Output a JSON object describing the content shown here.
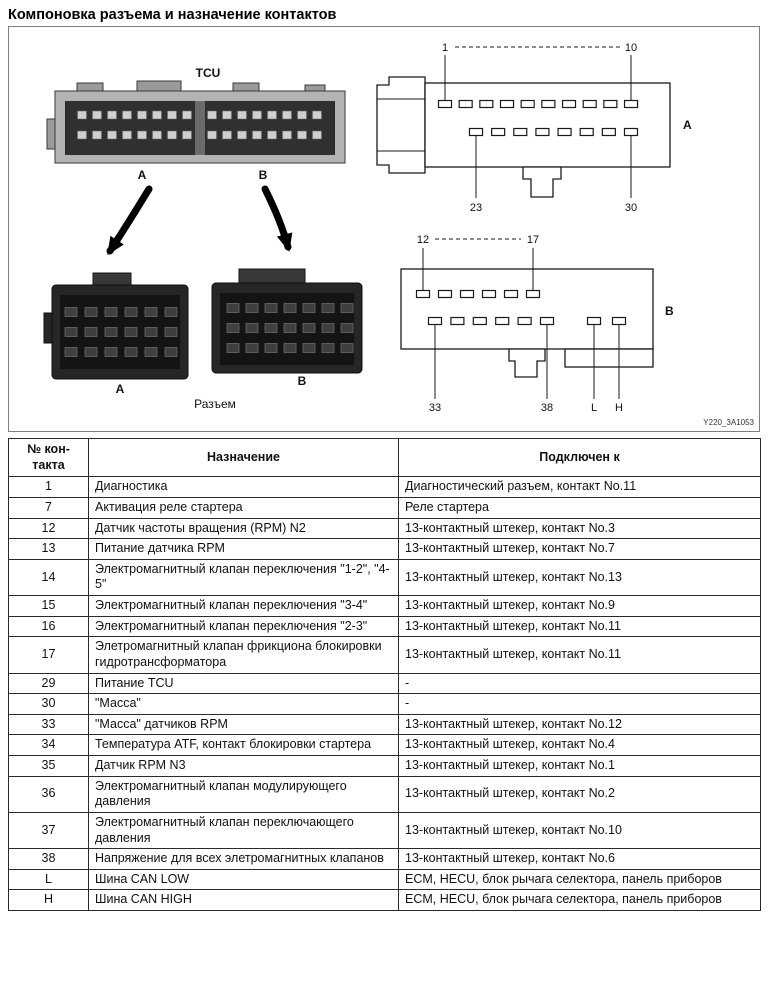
{
  "page": {
    "title": "Компоновка разъема и назначение контактов"
  },
  "diagram": {
    "tcu_label": "TCU",
    "module_pin_group_a": "A",
    "module_pin_group_b": "B",
    "connector_a_label": "A",
    "connector_b_label": "B",
    "connectors_caption": "Разъем",
    "figure_code": "Y220_3A1053",
    "schematic_a": {
      "side_label": "A",
      "pin1": "1",
      "pin10": "10",
      "pin23": "23",
      "pin30": "30"
    },
    "schematic_b": {
      "side_label": "B",
      "pin12": "12",
      "pin17": "17",
      "pin33": "33",
      "pin38": "38",
      "can_low": "L",
      "can_high": "H"
    }
  },
  "table": {
    "headers": [
      "№ кон-\nтакта",
      "Назначение",
      "Подключен к"
    ],
    "rows": [
      {
        "pin": "1",
        "purpose": "Диагностика",
        "connected": "Диагностический разъем, контакт No.11"
      },
      {
        "pin": "7",
        "purpose": "Активация реле стартера",
        "connected": "Реле стартера"
      },
      {
        "pin": "12",
        "purpose": "Датчик частоты вращения (RPM) N2",
        "connected": "13-контактный штекер, контакт No.3"
      },
      {
        "pin": "13",
        "purpose": "Питание датчика RPM",
        "connected": "13-контактный штекер, контакт No.7"
      },
      {
        "pin": "14",
        "purpose": "Электромагнитный клапан переключения \"1-2\", \"4-5\"",
        "connected": "13-контактный штекер, контакт No.13"
      },
      {
        "pin": "15",
        "purpose": "Электромагнитный клапан переключения \"3-4\"",
        "connected": "13-контактный штекер, контакт No.9"
      },
      {
        "pin": "16",
        "purpose": "Электромагнитный клапан переключения \"2-3\"",
        "connected": "13-контактный штекер, контакт No.11"
      },
      {
        "pin": "17",
        "purpose": "Элетромагнитный клапан фрикциона блокировки гидротрансформатора",
        "connected": "13-контактный штекер, контакт No.11"
      },
      {
        "pin": "29",
        "purpose": "Питание TCU",
        "connected": "-"
      },
      {
        "pin": "30",
        "purpose": "\"Масса\"",
        "connected": "-"
      },
      {
        "pin": "33",
        "purpose": "\"Масса\" датчиков RPM",
        "connected": "13-контактный штекер, контакт No.12"
      },
      {
        "pin": "34",
        "purpose": "Температура ATF, контакт блокировки стартера",
        "connected": "13-контактный штекер, контакт No.4"
      },
      {
        "pin": "35",
        "purpose": "Датчик RPM N3",
        "connected": "13-контактный штекер, контакт No.1"
      },
      {
        "pin": "36",
        "purpose": "Электромагнитный клапан модулирующего давления",
        "connected": "13-контактный штекер, контакт No.2"
      },
      {
        "pin": "37",
        "purpose": "Электромагнитный клапан переключающего давления",
        "connected": "13-контактный штекер, контакт No.10"
      },
      {
        "pin": "38",
        "purpose": "Напряжение для всех элетромагнитных клапанов",
        "connected": "13-контактный штекер, контакт No.6"
      },
      {
        "pin": "L",
        "purpose": "Шина CAN LOW",
        "connected": "ECM, HECU, блок рычага селектора, панель приборов"
      },
      {
        "pin": "H",
        "purpose": "Шина CAN HIGH",
        "connected": "ECM, HECU, блок рычага селектора, панель приборов"
      }
    ]
  }
}
